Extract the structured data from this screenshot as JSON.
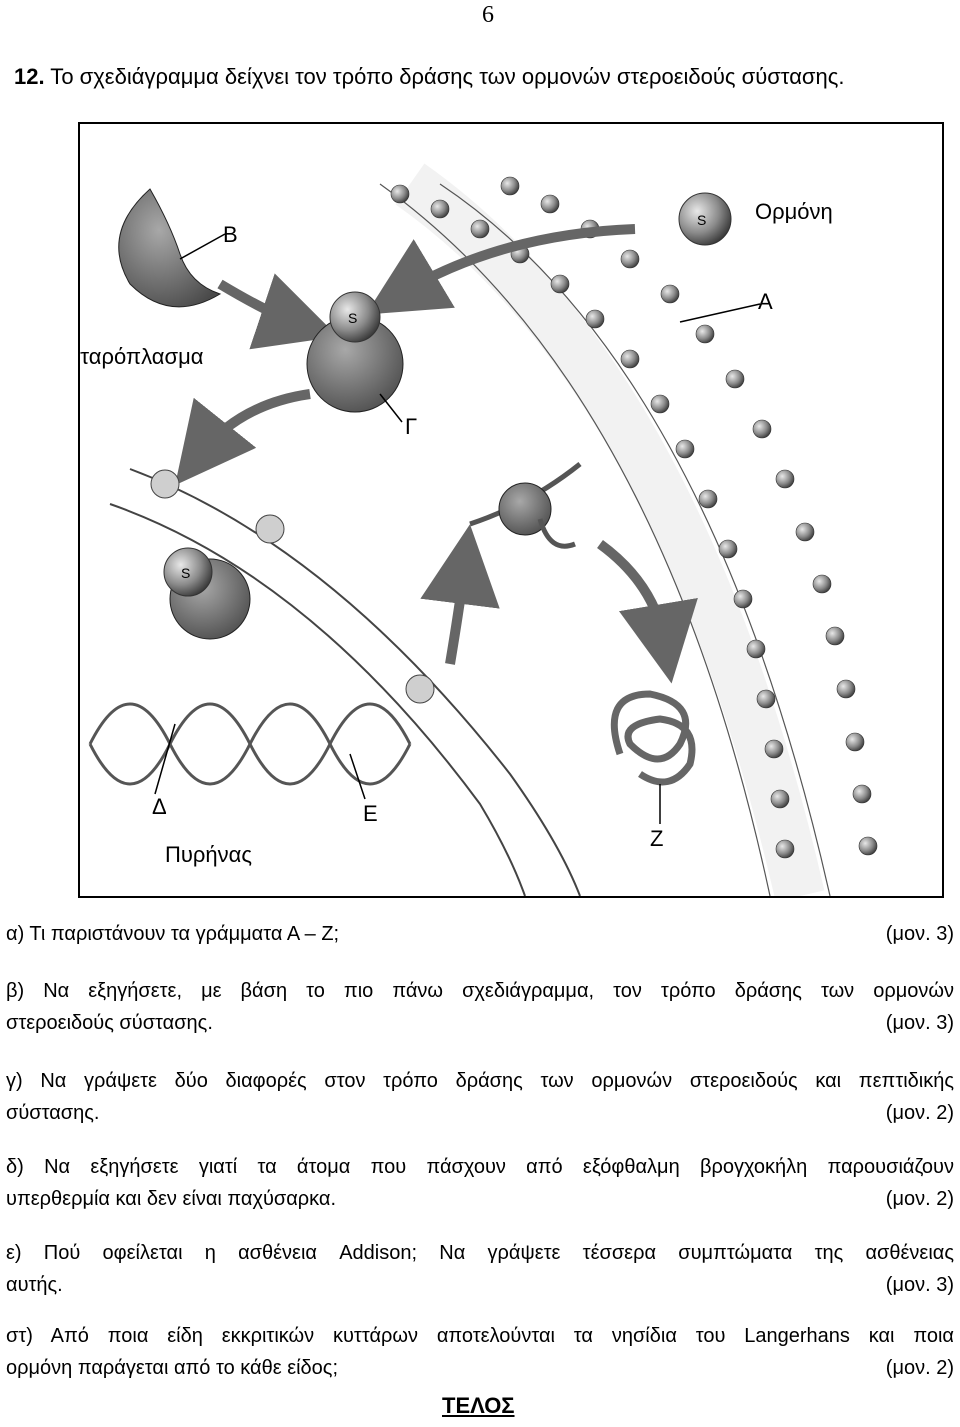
{
  "page_number": "6",
  "heading": {
    "number": "12.",
    "text": " Το σχεδιάγραμμα δείχνει τον τρόπο δράσης των ορμονών στεροειδούς σύστασης."
  },
  "figure": {
    "labels": {
      "hormone": "Ορμόνη",
      "a": "Α",
      "b": "Β",
      "c": "Γ",
      "d": "Δ",
      "e": "Ε",
      "z": "Ζ",
      "cytoplasm": "Κυτταρόπλασμα",
      "nucleus": "Πυρήνας",
      "s": "S"
    }
  },
  "questions": [
    {
      "line1": "α) Τι παριστάνουν τα γράμματα Α – Ζ;",
      "marks": "(μον. 3)"
    },
    {
      "line1": "β) Να εξηγήσετε, με βάση το πιο πάνω σχεδιάγραμμα, τον τρόπο δράσης των ορμονών",
      "line2": "στεροειδούς σύστασης.",
      "marks": "(μον. 3)"
    },
    {
      "line1": "γ) Να γράψετε δύο διαφορές στον τρόπο δράσης των ορμονών στεροειδούς και πεπτιδικής",
      "line2": "σύστασης.",
      "marks": "(μον. 2)"
    },
    {
      "line1": "δ) Να εξηγήσετε γιατί τα άτομα που πάσχουν από εξόφθαλμη βρογχοκήλη παρουσιάζουν",
      "line2": "υπερθερμία και δεν είναι παχύσαρκα.",
      "marks": "(μον. 2)"
    },
    {
      "line1": "ε) Πού οφείλεται η ασθένεια Addison; Να γράψετε τέσσερα συμπτώματα της ασθένειας",
      "line2": "αυτής.",
      "marks": "(μον. 3)"
    },
    {
      "line1": "στ) Από ποια είδη εκκριτικών κυττάρων αποτελούνται τα νησίδια του Langerhans και ποια",
      "line2": "ορμόνη παράγεται από το κάθε είδος;",
      "marks": "(μον. 2)"
    }
  ],
  "end_text": "ΤΕΛΟΣ"
}
